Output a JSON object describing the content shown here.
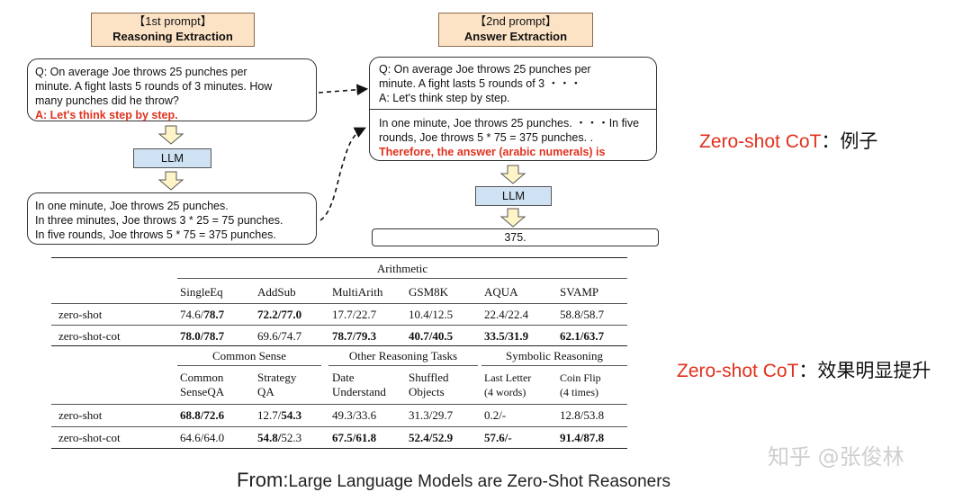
{
  "prompt1": {
    "header_line1": "【1st prompt】",
    "header_line2": "Reasoning Extraction",
    "question_lines": [
      "Q: On average Joe throws 25 punches per",
      "minute.  A fight lasts 5 rounds of 3 minutes.  How",
      "many punches did he throw?"
    ],
    "trigger": "A: Let's think step by step.",
    "llm_label": "LLM",
    "output_lines": [
      "In one minute, Joe throws 25 punches.",
      "In three minutes, Joe throws 3 * 25 = 75 punches.",
      "In five rounds, Joe throws 5 * 75 = 375 punches."
    ]
  },
  "prompt2": {
    "header_line1": "【2nd prompt】",
    "header_line2": "Answer Extraction",
    "question_lines": [
      "Q: On average Joe throws 25 punches per",
      "minute.  A fight lasts 5 rounds of 3 ・・・",
      "A: Let's think step by step."
    ],
    "reasoning_lines": [
      "In one minute, Joe throws 25 punches. ・・・In five",
      "rounds, Joe throws 5 * 75 = 375 punches. ."
    ],
    "trigger": "Therefore, the answer (arabic numerals) is",
    "llm_label": "LLM",
    "answer": "375."
  },
  "side_labels": {
    "label1_en": "Zero-shot CoT",
    "label1_cn": "：例子",
    "label2_en": "Zero-shot CoT",
    "label2_cn": "：效果明显提升"
  },
  "table": {
    "group1": "Arithmetic",
    "headers1": [
      "SingleEq",
      "AddSub",
      "MultiArith",
      "GSM8K",
      "AQUA",
      "SVAMP"
    ],
    "rows1": [
      {
        "name": "zero-shot",
        "cells": [
          [
            "74.6/",
            "78.7"
          ],
          [
            "72.2/77.0",
            ""
          ],
          [
            "17.7/22.7",
            ""
          ],
          [
            "10.4/12.5",
            ""
          ],
          [
            "22.4/22.4",
            ""
          ],
          [
            "58.8/58.7",
            ""
          ]
        ]
      },
      {
        "name": "zero-shot-cot",
        "cells": [
          [
            "78.0/78.7",
            ""
          ],
          [
            "69.6/74.7",
            ""
          ],
          [
            "78.7/79.3",
            ""
          ],
          [
            "40.7/40.5",
            ""
          ],
          [
            "33.5/31.9",
            ""
          ],
          [
            "62.1/63.7",
            ""
          ]
        ]
      }
    ],
    "group2a": "Common Sense",
    "group2b": "Other Reasoning Tasks",
    "group2c": "Symbolic Reasoning",
    "headers2": [
      [
        "Common",
        "SenseQA"
      ],
      [
        "Strategy",
        "QA"
      ],
      [
        "Date",
        "Understand"
      ],
      [
        "Shuffled",
        "Objects"
      ],
      [
        "Last Letter",
        "(4 words)"
      ],
      [
        "Coin Flip",
        "(4 times)"
      ]
    ],
    "rows2": [
      {
        "name": "zero-shot",
        "cells": [
          [
            "68.8/72.6",
            ""
          ],
          [
            "12.7/",
            "54.3"
          ],
          [
            "49.3/33.6",
            ""
          ],
          [
            "31.3/29.7",
            ""
          ],
          [
            "0.2/-",
            ""
          ],
          [
            "12.8/53.8",
            ""
          ]
        ]
      },
      {
        "name": "zero-shot-cot",
        "cells": [
          [
            "64.6/64.0",
            ""
          ],
          [
            "54.8/",
            "52.3"
          ],
          [
            "67.5/61.8",
            ""
          ],
          [
            "52.4/52.9",
            ""
          ],
          [
            "57.6/-",
            ""
          ],
          [
            "91.4/87.8",
            ""
          ]
        ]
      }
    ]
  },
  "watermark": "知乎 @张俊林",
  "footer": {
    "from": "From:",
    "title": "Large Language Models are Zero-Shot Reasoners"
  }
}
